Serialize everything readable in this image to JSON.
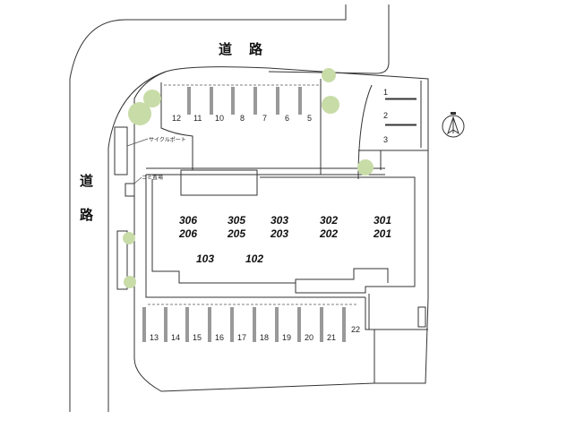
{
  "roads": {
    "north": "道　路",
    "west_top": "道",
    "west_bottom": "路"
  },
  "facilities": {
    "cycle_port": "サイクルポート",
    "garbage": "ゴミ置場"
  },
  "units": {
    "floor3": [
      "306",
      "305",
      "303",
      "302",
      "301"
    ],
    "floor2": [
      "206",
      "205",
      "203",
      "202",
      "201"
    ],
    "floor1": [
      "103",
      "102"
    ]
  },
  "parking": {
    "north_row": [
      "12",
      "11",
      "10",
      "8",
      "7",
      "6",
      "5"
    ],
    "east_col": [
      "1",
      "2",
      "3"
    ],
    "south_row": [
      "13",
      "14",
      "15",
      "16",
      "17",
      "18",
      "19",
      "20",
      "21"
    ],
    "south_extra": "22"
  },
  "colors": {
    "trees": "#c8dca8",
    "lines": "#333333"
  },
  "icons": {
    "north_arrow": "compass-north-icon"
  }
}
